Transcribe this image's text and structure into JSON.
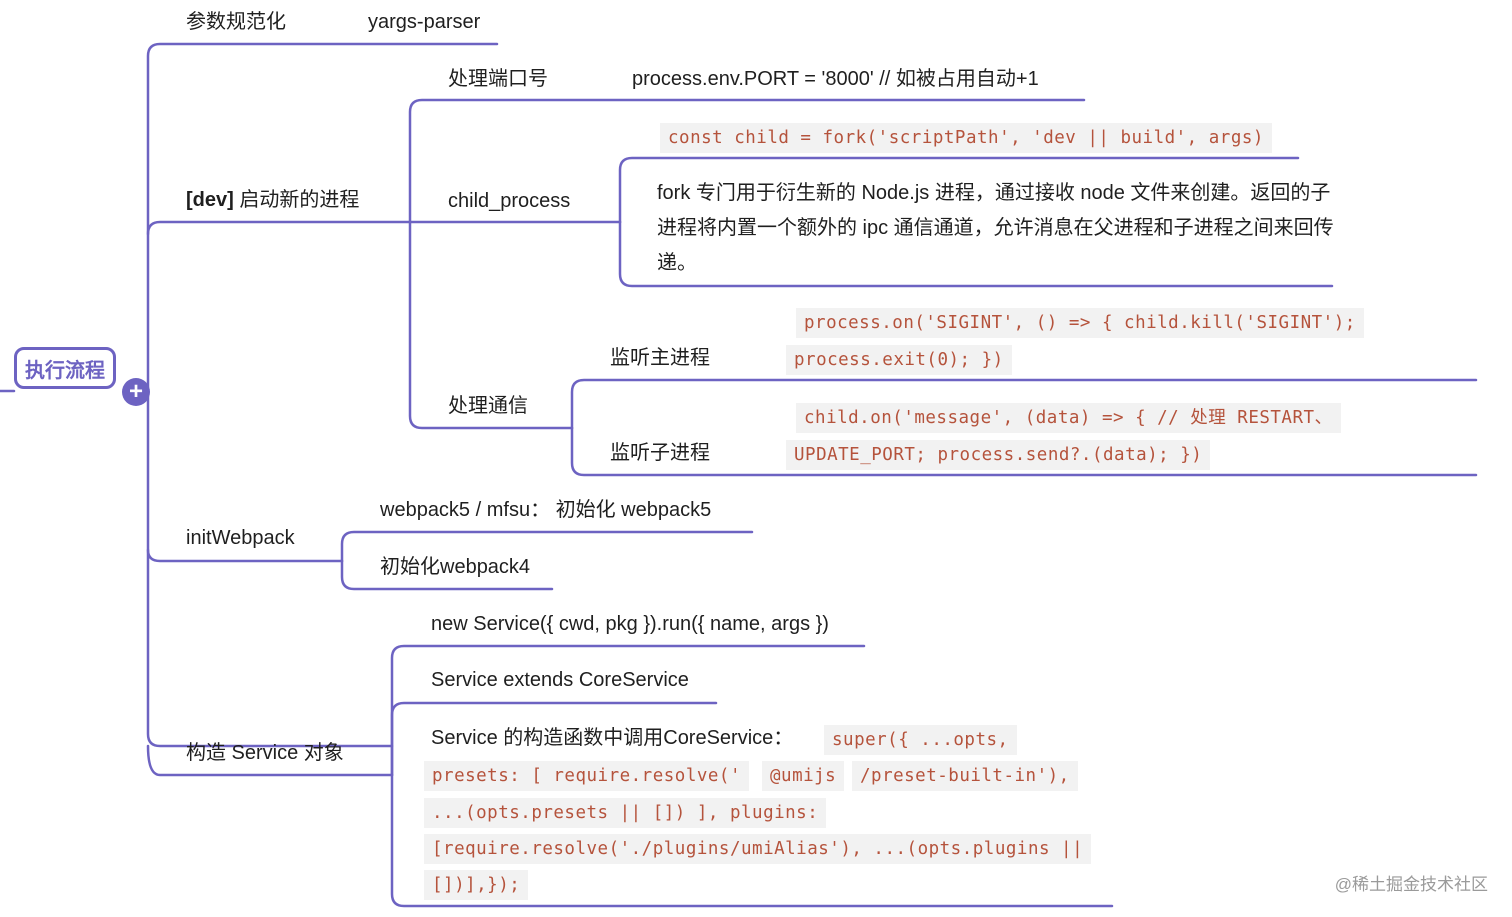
{
  "root": {
    "label": "执行流程",
    "expand_icon": "plus-icon"
  },
  "branches": {
    "params": {
      "label": "参数规范化",
      "detail": "yargs-parser"
    },
    "dev": {
      "label_bold": "[dev]",
      "label_rest": " 启动新的进程",
      "port": {
        "label": "处理端口号",
        "detail": "process.env.PORT = '8000' // 如被占用自动+1"
      },
      "child_process": {
        "label": "child_process",
        "code": "const child = fork('scriptPath', 'dev || build', args)",
        "desc": "fork 专门用于衍生新的 Node.js 进程，通过接收 node 文件来创建。返回的子进程将内置一个额外的 ipc 通信通道，允许消息在父进程和子进程之间来回传递。"
      },
      "comm": {
        "label": "处理通信",
        "main": {
          "label": "监听主进程",
          "code_line1": "process.on('SIGINT', () => { child.kill('SIGINT');",
          "code_line2": "process.exit(0); })"
        },
        "child": {
          "label": "监听子进程",
          "code_line1": "child.on('message', (data) => { // 处理 RESTART、",
          "code_line2": "UPDATE_PORT; process.send?.(data); })"
        }
      }
    },
    "initWebpack": {
      "label": "initWebpack",
      "mfsu": "webpack5 / mfsu： 初始化 webpack5",
      "wp4": "初始化webpack4"
    },
    "service": {
      "label": "构造 Service 对象",
      "new_service": "new Service({ cwd, pkg }).run({ name, args })",
      "extends": "Service extends CoreService",
      "ctor_text": "Service 的构造函数中调用CoreService：",
      "code_lines": [
        "super({ ...opts,",
        "presets: [ require.resolve('",
        "@umijs",
        "/preset-built-in'),",
        "...(opts.presets || []) ], plugins:",
        "[require.resolve('./plugins/umiAlias'), ...(opts.plugins ||",
        "[])],});"
      ]
    }
  },
  "watermark": "@稀土掘金技术社区",
  "colors": {
    "edge": "#6d63c2",
    "code_text": "#b5533c",
    "code_bg": "#f2f2f2"
  }
}
